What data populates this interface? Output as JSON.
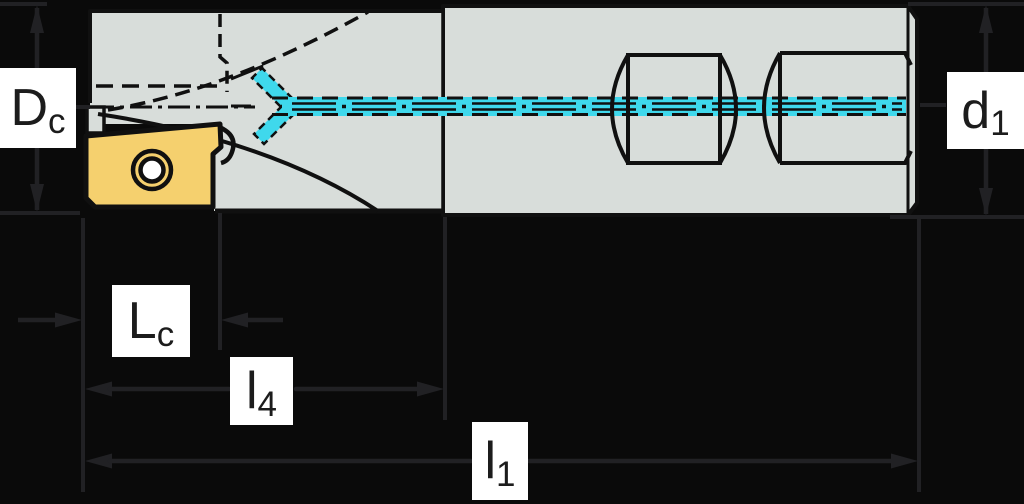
{
  "drawing": {
    "background": "#0a0a0a",
    "colors": {
      "tool_body": "#d8ddda",
      "tool_outline": "#101010",
      "insert": "#f5d06e",
      "coolant_channel": "#3fd8ec",
      "dimension_lines": "#212124",
      "label_background": "#ffffff",
      "label_text": "#1c1c1c"
    },
    "dimension_labels": {
      "dc": {
        "main": "D",
        "sub": "c"
      },
      "d1": {
        "main": "d",
        "sub": "1"
      },
      "lc": {
        "main": "L",
        "sub": "c"
      },
      "l4": {
        "main": "l",
        "sub": "4"
      },
      "l1": {
        "main": "l",
        "sub": "1"
      }
    }
  }
}
